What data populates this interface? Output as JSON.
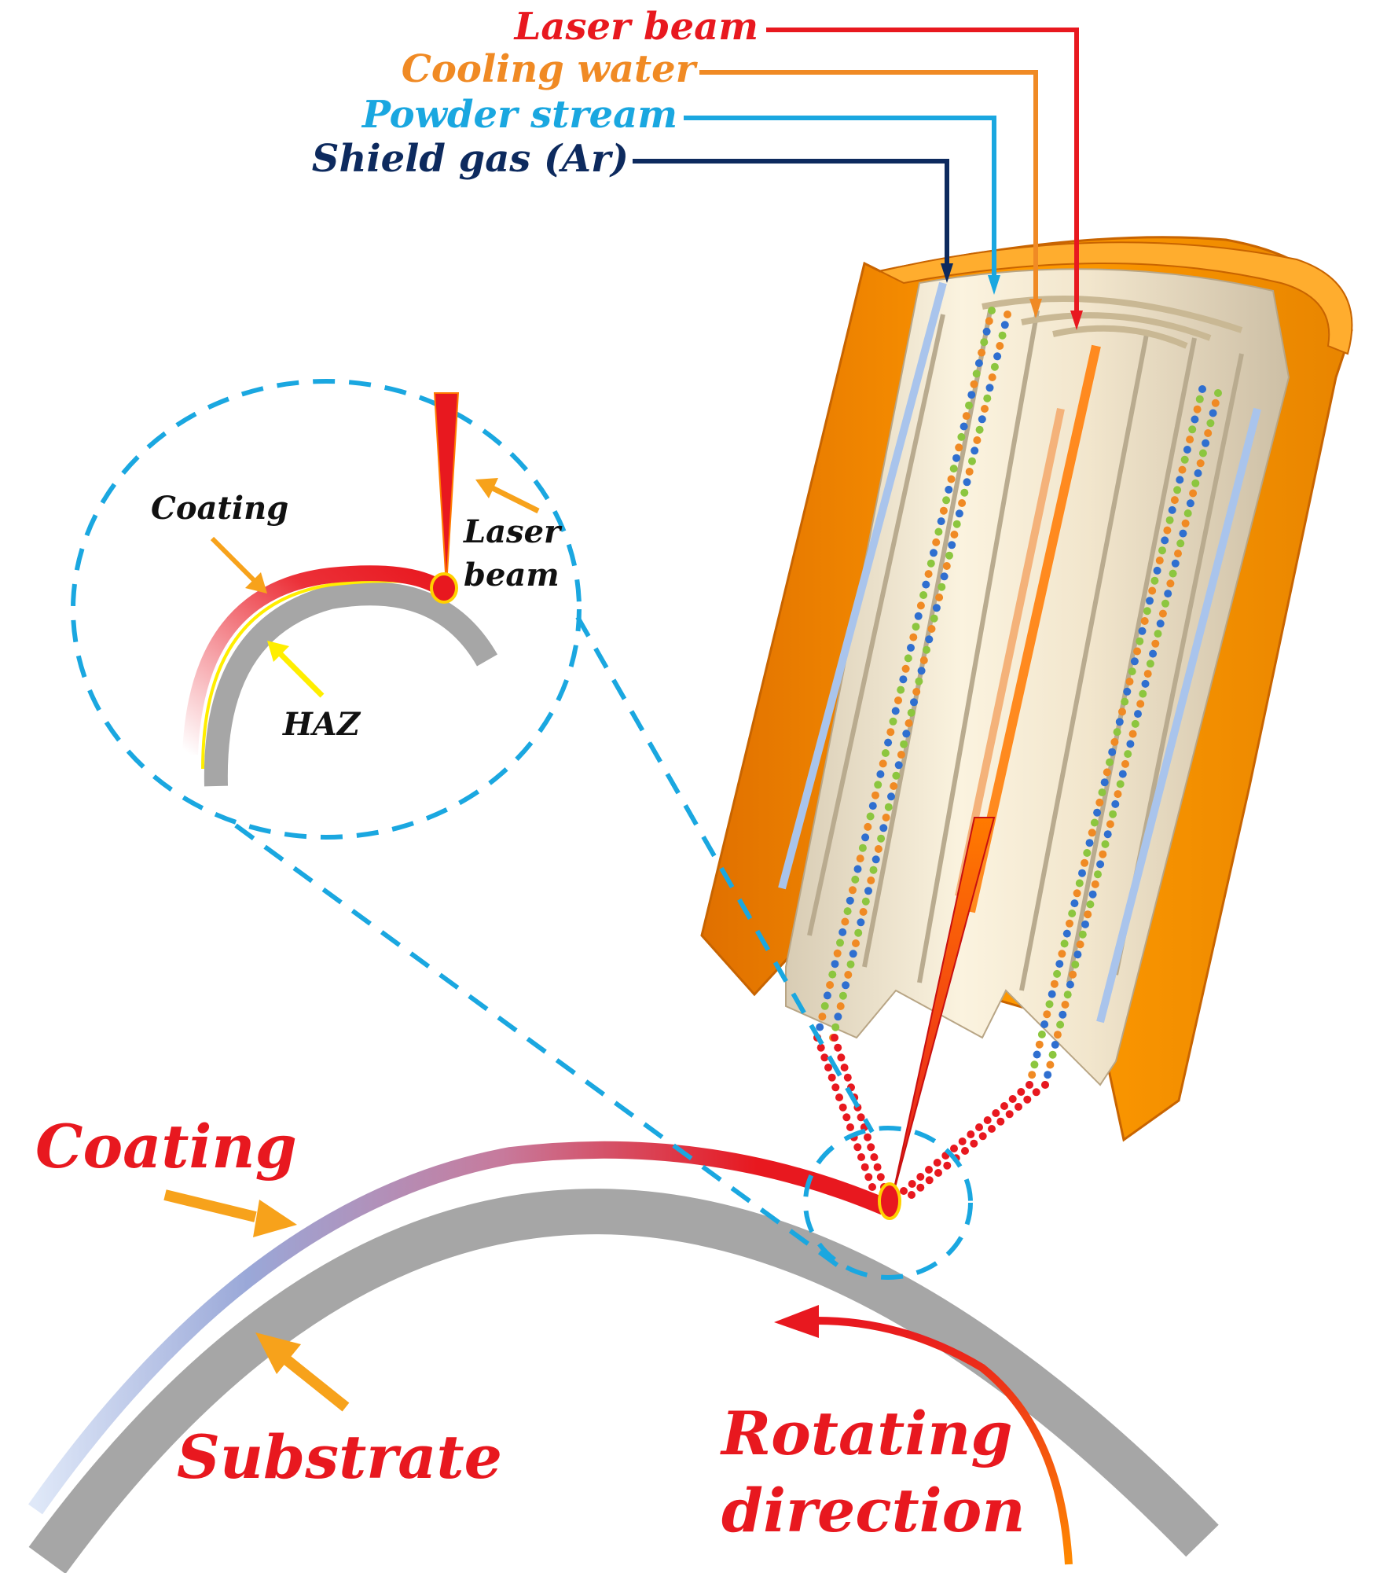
{
  "feed_labels": {
    "laser_beam": "Laser beam",
    "cooling_water": "Cooling water",
    "powder_stream": "Powder stream",
    "shield_gas": "Shield gas (Ar)"
  },
  "inset_labels": {
    "coating": "Coating",
    "laser_line1": "Laser",
    "laser_line2": "beam",
    "haz": "HAZ"
  },
  "main_labels": {
    "coating": "Coating",
    "substrate": "Substrate",
    "rotating_line1": "Rotating",
    "rotating_line2": "direction"
  },
  "colors": {
    "laser_red": "#e8181f",
    "cooling_orange": "#f08a24",
    "powder_blue": "#1aa7e0",
    "shield_navy": "#0d2a5e",
    "nozzle_orange": "#f5a000",
    "substrate_gray": "#a6a6a6",
    "haz_yellow": "#ffee00",
    "arrow_orange": "#f7a21b",
    "callout_dash": "#1aa7e0"
  }
}
